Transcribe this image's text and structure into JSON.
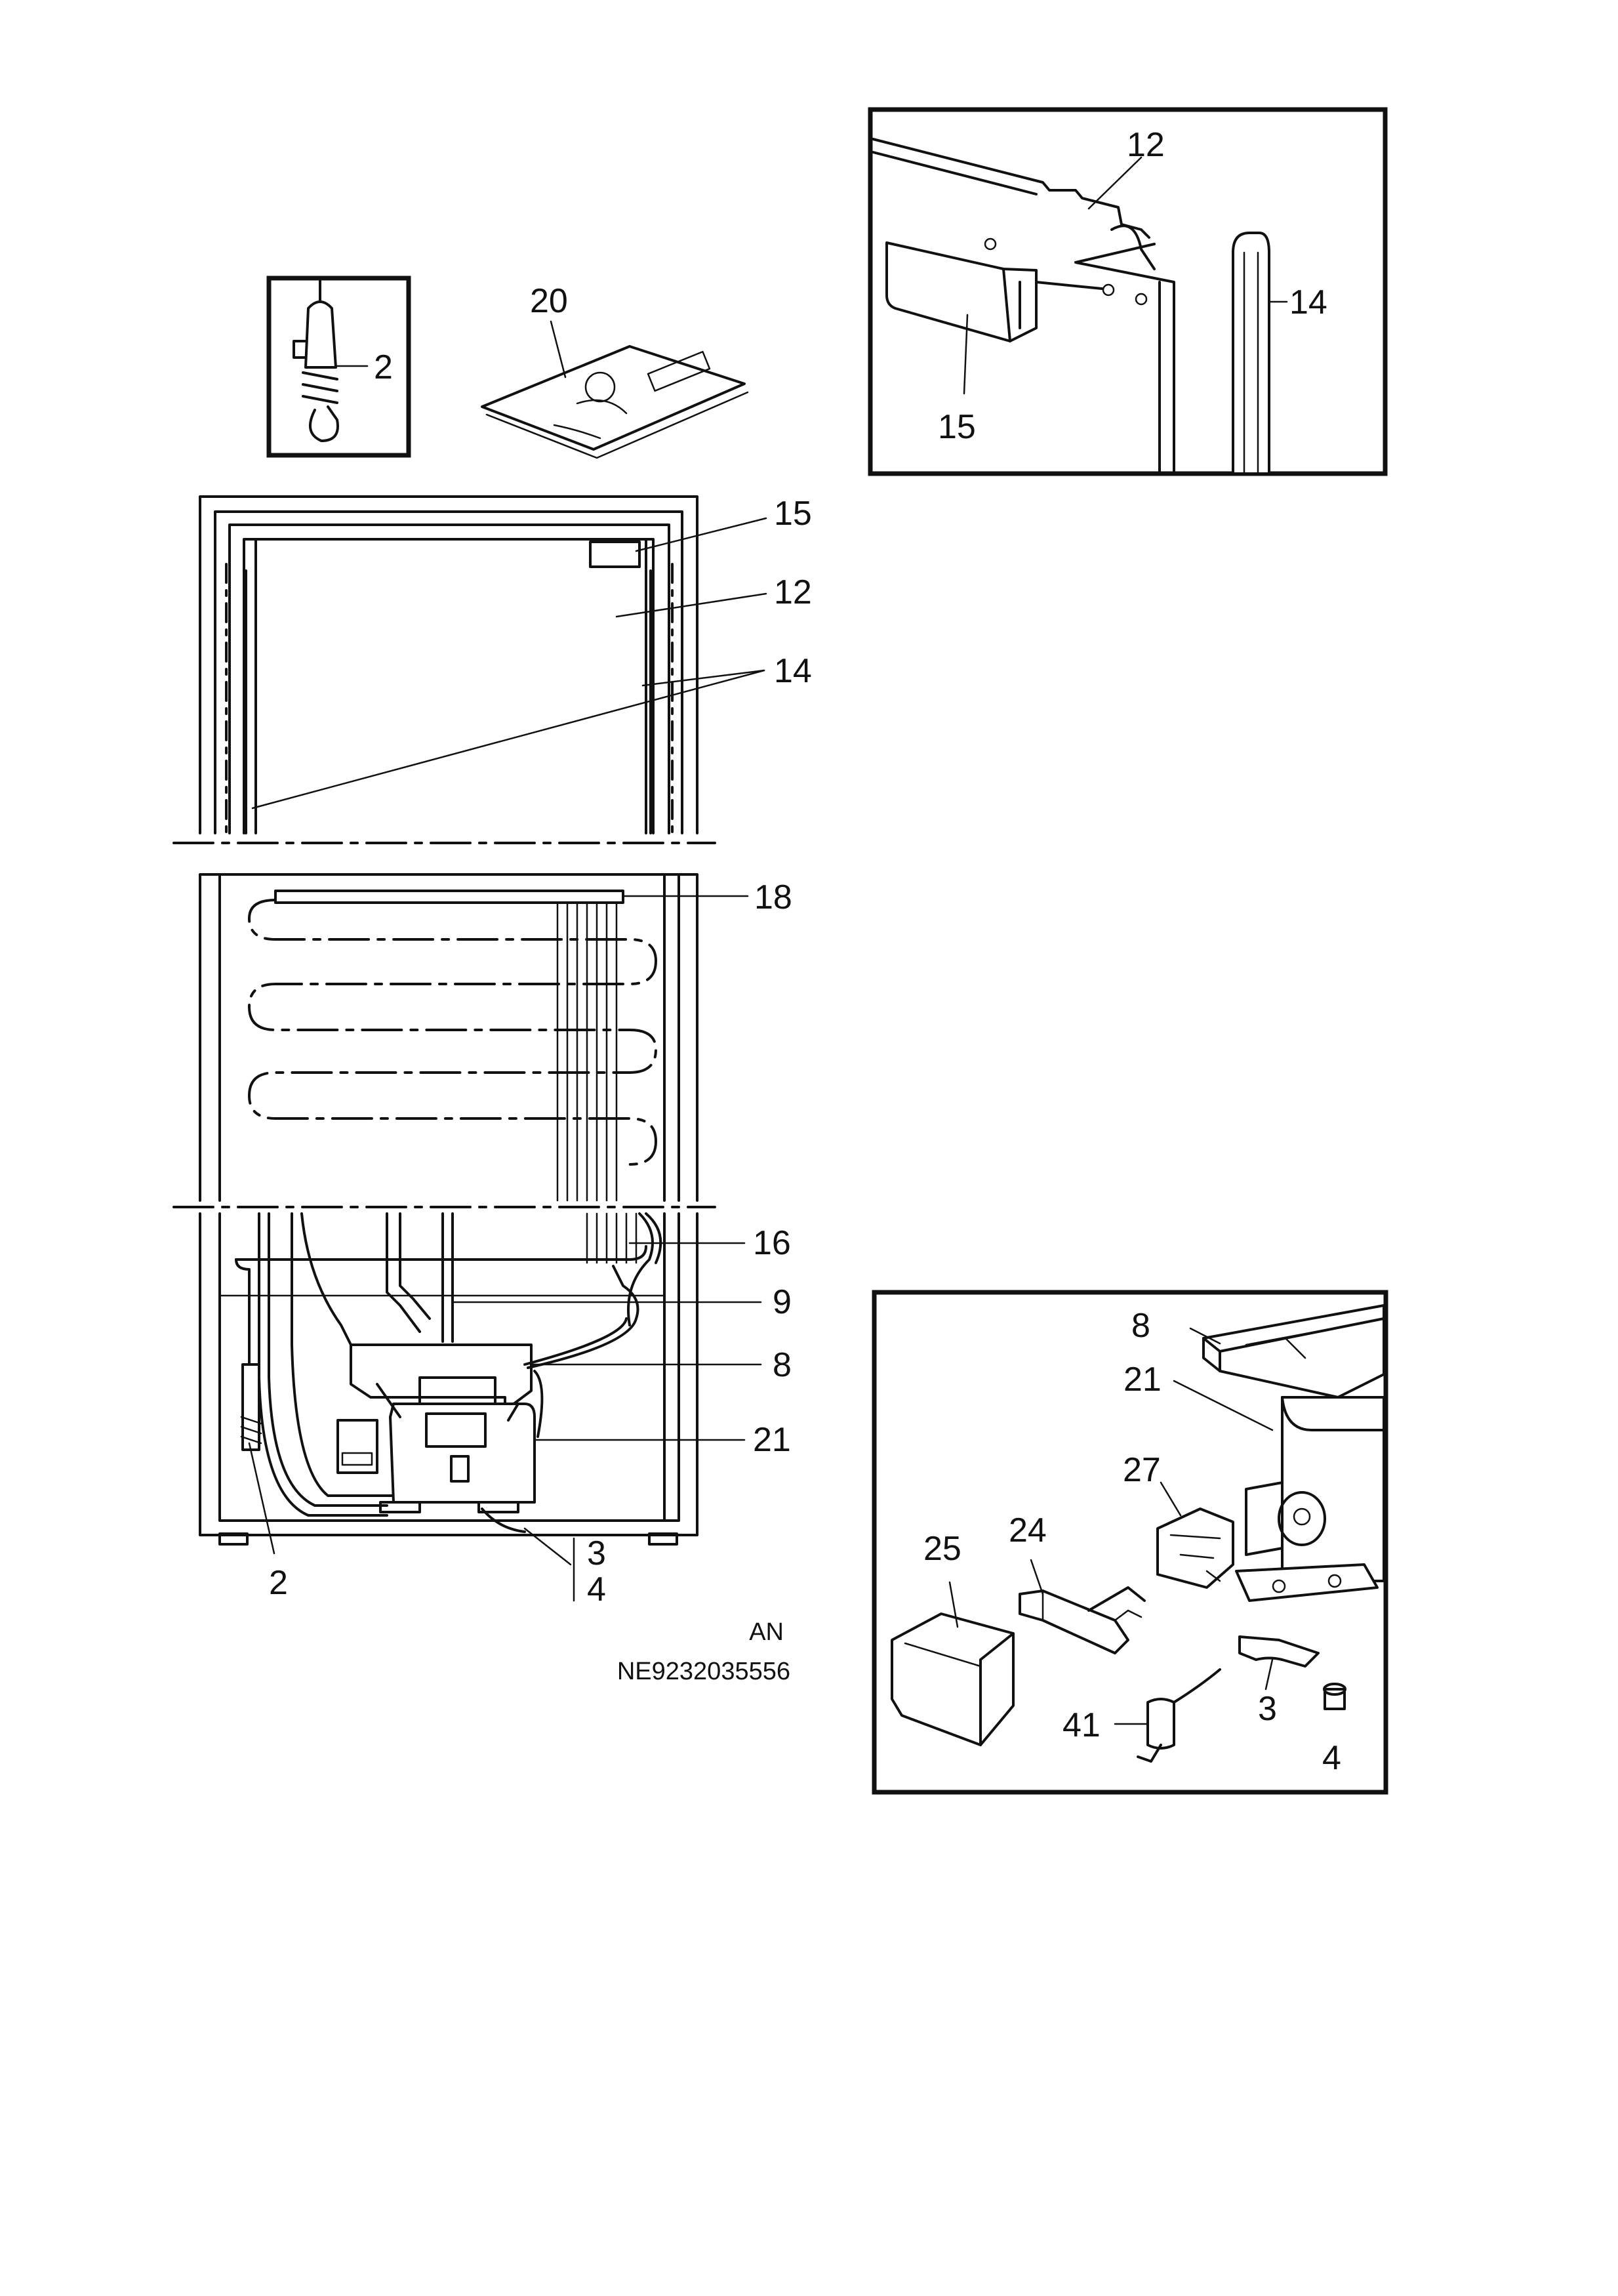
{
  "labels": {
    "inset_thermostat": {
      "n2": "2"
    },
    "booklet": {
      "n20": "20"
    },
    "inset_door": {
      "n12": "12",
      "n14": "14",
      "n15": "15"
    },
    "main_upper": {
      "n15": "15",
      "n12": "12",
      "n14": "14"
    },
    "main_lower": {
      "n18": "18",
      "n16": "16",
      "n9": "9",
      "n8": "8",
      "n21": "21",
      "n2": "2",
      "n3": "3",
      "n4": "4"
    },
    "inset_compressor": {
      "n8": "8",
      "n21": "21",
      "n27": "27",
      "n25": "25",
      "n24": "24",
      "n3": "3",
      "n41": "41",
      "n4": "4"
    }
  },
  "footer": {
    "line1": "AN",
    "line2": "NE9232035556"
  }
}
